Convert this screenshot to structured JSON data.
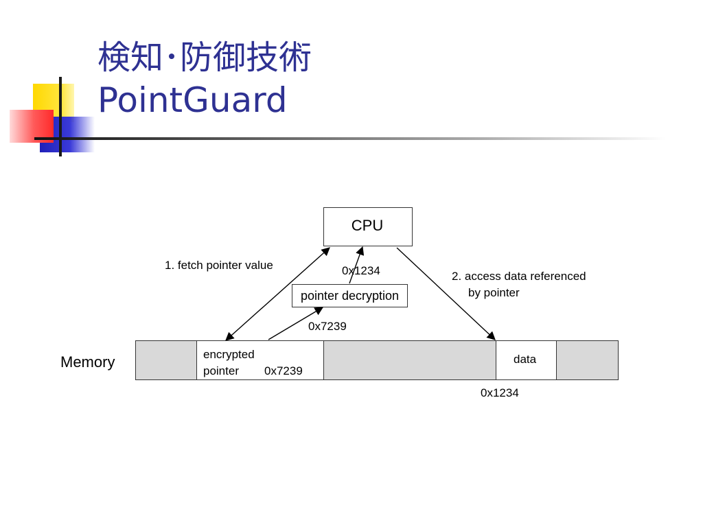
{
  "slide": {
    "title_line1": "検知･防御技術",
    "title_line2": "PointGuard"
  },
  "diagram": {
    "cpu": "CPU",
    "pointer_decryption": "pointer decryption",
    "step1": "1. fetch pointer value",
    "step2_line1": "2. access data referenced",
    "step2_line2": "by pointer",
    "decrypted_value": "0x1234",
    "encrypted_value": "0x7239",
    "memory_label": "Memory",
    "memory": {
      "encrypted_line1": "encrypted",
      "encrypted_line2": "pointer",
      "encrypted_addr": "0x7239",
      "data": "data",
      "data_addr": "0x1234"
    }
  },
  "colors": {
    "title": "#2e3192",
    "memory_cell": "#d9d9d9",
    "accent_yellow": "#ffd800",
    "accent_blue": "#2020b8",
    "accent_red": "#ff3a3a"
  }
}
